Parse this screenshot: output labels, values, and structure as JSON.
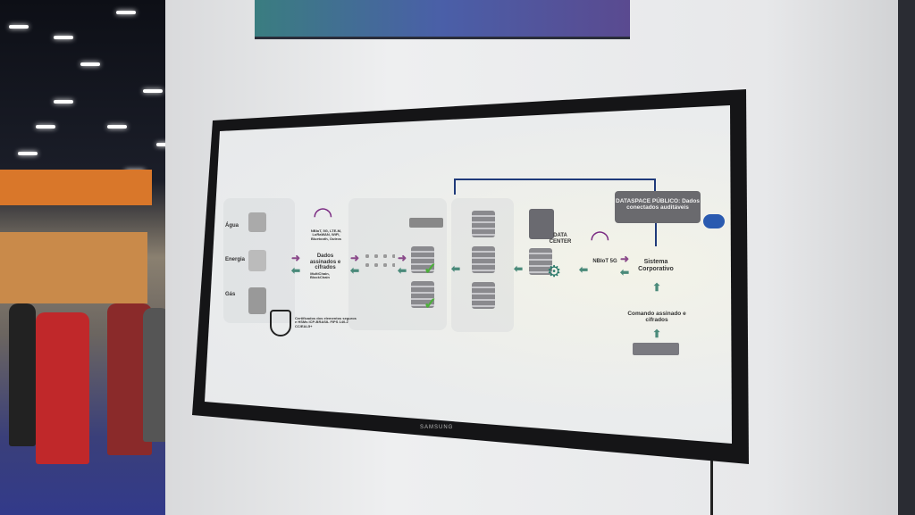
{
  "tv": {
    "brand": "SAMSUNG"
  },
  "diagram": {
    "meters": [
      "Água",
      "Energia",
      "Gás"
    ],
    "connectivity": "NBIoT, 5G, LTE-M, LoRaWAN, WiFi, Bluetooth, Outros",
    "signed_data": "Dados assinados e cifrados",
    "chain": "MultiChain, BlockChain",
    "certs": "Certificados dos elementos seguros e HSMs ICP-BRASIL FIPS 140-2 CC/EAL5+",
    "datacenter": "DATA CENTER",
    "nbiot": "NBIoT 5G",
    "dataspace": "DATASPACE PÚBLICO: Dados conectados auditáveis",
    "corporate": "Sistema Corporativo",
    "command": "Comando assinado e cifrados"
  },
  "colors": {
    "purple": "#7a2a82",
    "teal": "#4a8a7a",
    "navy": "#1f3a7a",
    "check": "#4caf3a"
  }
}
